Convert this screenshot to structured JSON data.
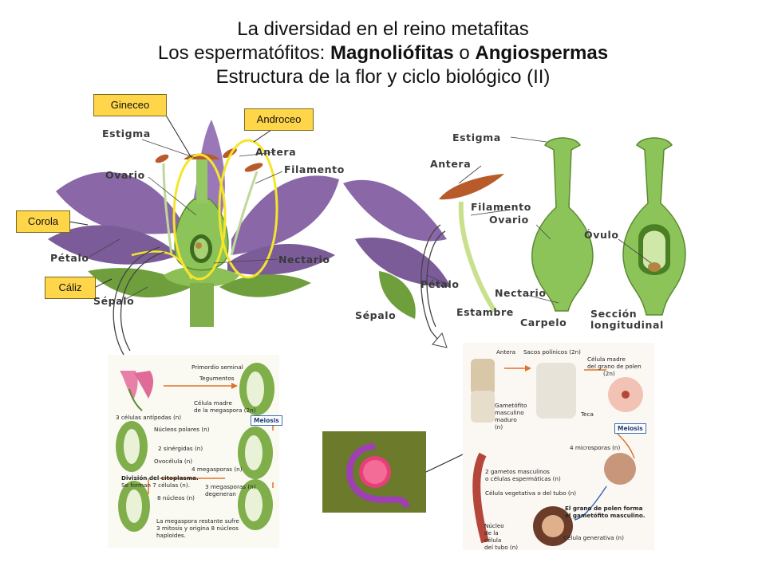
{
  "title": {
    "line1": "La diversidad en el reino metafitas",
    "line2_prefix": "Los espermatófitos: ",
    "line2_bold1": "Magnoliófitas",
    "line2_mid": " o ",
    "line2_bold2": "Angiospermas",
    "line3": "Estructura de la flor y ciclo biológico (II)"
  },
  "callouts": {
    "gineceo": "Gineceo",
    "androceo": "Androceo",
    "corola": "Corola",
    "caliz": "Cáliz"
  },
  "left_flower": {
    "estigma": "Estigma",
    "ovario": "Ovario",
    "antera": "Antera",
    "filamento": "Filamento",
    "petalo": "Pétalo",
    "nectario": "Nectario",
    "sepalo": "Sépalo"
  },
  "right_flower": {
    "estigma": "Estigma",
    "antera": "Antera",
    "filamento": "Filamento",
    "ovario": "Ovario",
    "ovulo": "Óvulo",
    "petalo": "Pétalo",
    "nectario": "Nectario",
    "sepalo": "Sépalo",
    "estambre": "Estambre",
    "carpelo": "Carpelo",
    "seccion1": "Sección",
    "seccion2": "longitudinal"
  },
  "female_cycle": {
    "primordio": "Primordio seminal",
    "tegumentos": "Tegumentos",
    "celula_madre_1": "Célula madre",
    "celula_madre_2": "de la megaspora (2n)",
    "meiosis": "Meiosis",
    "antipodas": "3 células antípodas (n)",
    "polares": "Núcleos polares (n)",
    "sinergidas": "2 sinérgidas (n)",
    "ovocelula": "Ovocélula (n)",
    "megasporas4": "4 megasporas (n)",
    "division1": "División del citoplasma.",
    "division2": "Se forman 7 células (n).",
    "megasporas3_1": "3 megasporas (n)",
    "megasporas3_2": "degeneran",
    "nucleos8": "8 núcleos (n)",
    "restante1": "La megaspora restante sufre",
    "restante2": "3 mitosis  y origina 8 núcleos",
    "restante3": "haploides."
  },
  "male_cycle": {
    "antera": "Antera",
    "sacos": "Sacos polínicos (2n)",
    "madre1": "Célula madre",
    "madre2": "del grano de polen",
    "madre3": "(2n)",
    "gametofito1": "Gametófito",
    "gametofito2": "masculino",
    "gametofito3": "maduro",
    "gametofito4": "(n)",
    "teca": "Teca",
    "meiosis": "Meiosis",
    "microsporas": "4 microsporas (n)",
    "gametos1": "2 gametos masculinos",
    "gametos2": "o células espermáticas (n)",
    "vegetativa": "Célula vegetativa o del tubo (n)",
    "grano1": "El grano de polen forma",
    "grano2": "el gametófito masculino.",
    "nucleo1": "Núcleo",
    "nucleo2": "de la",
    "nucleo3": "célula",
    "nucleo4": "del tubo (n)",
    "generativa": "Célula generativa (n)"
  },
  "colors": {
    "petal": "#8a68a8",
    "green": "#7fae4a",
    "anther": "#b85a2a",
    "callout": "#ffd54a",
    "ellipse": "#f5e52a"
  }
}
